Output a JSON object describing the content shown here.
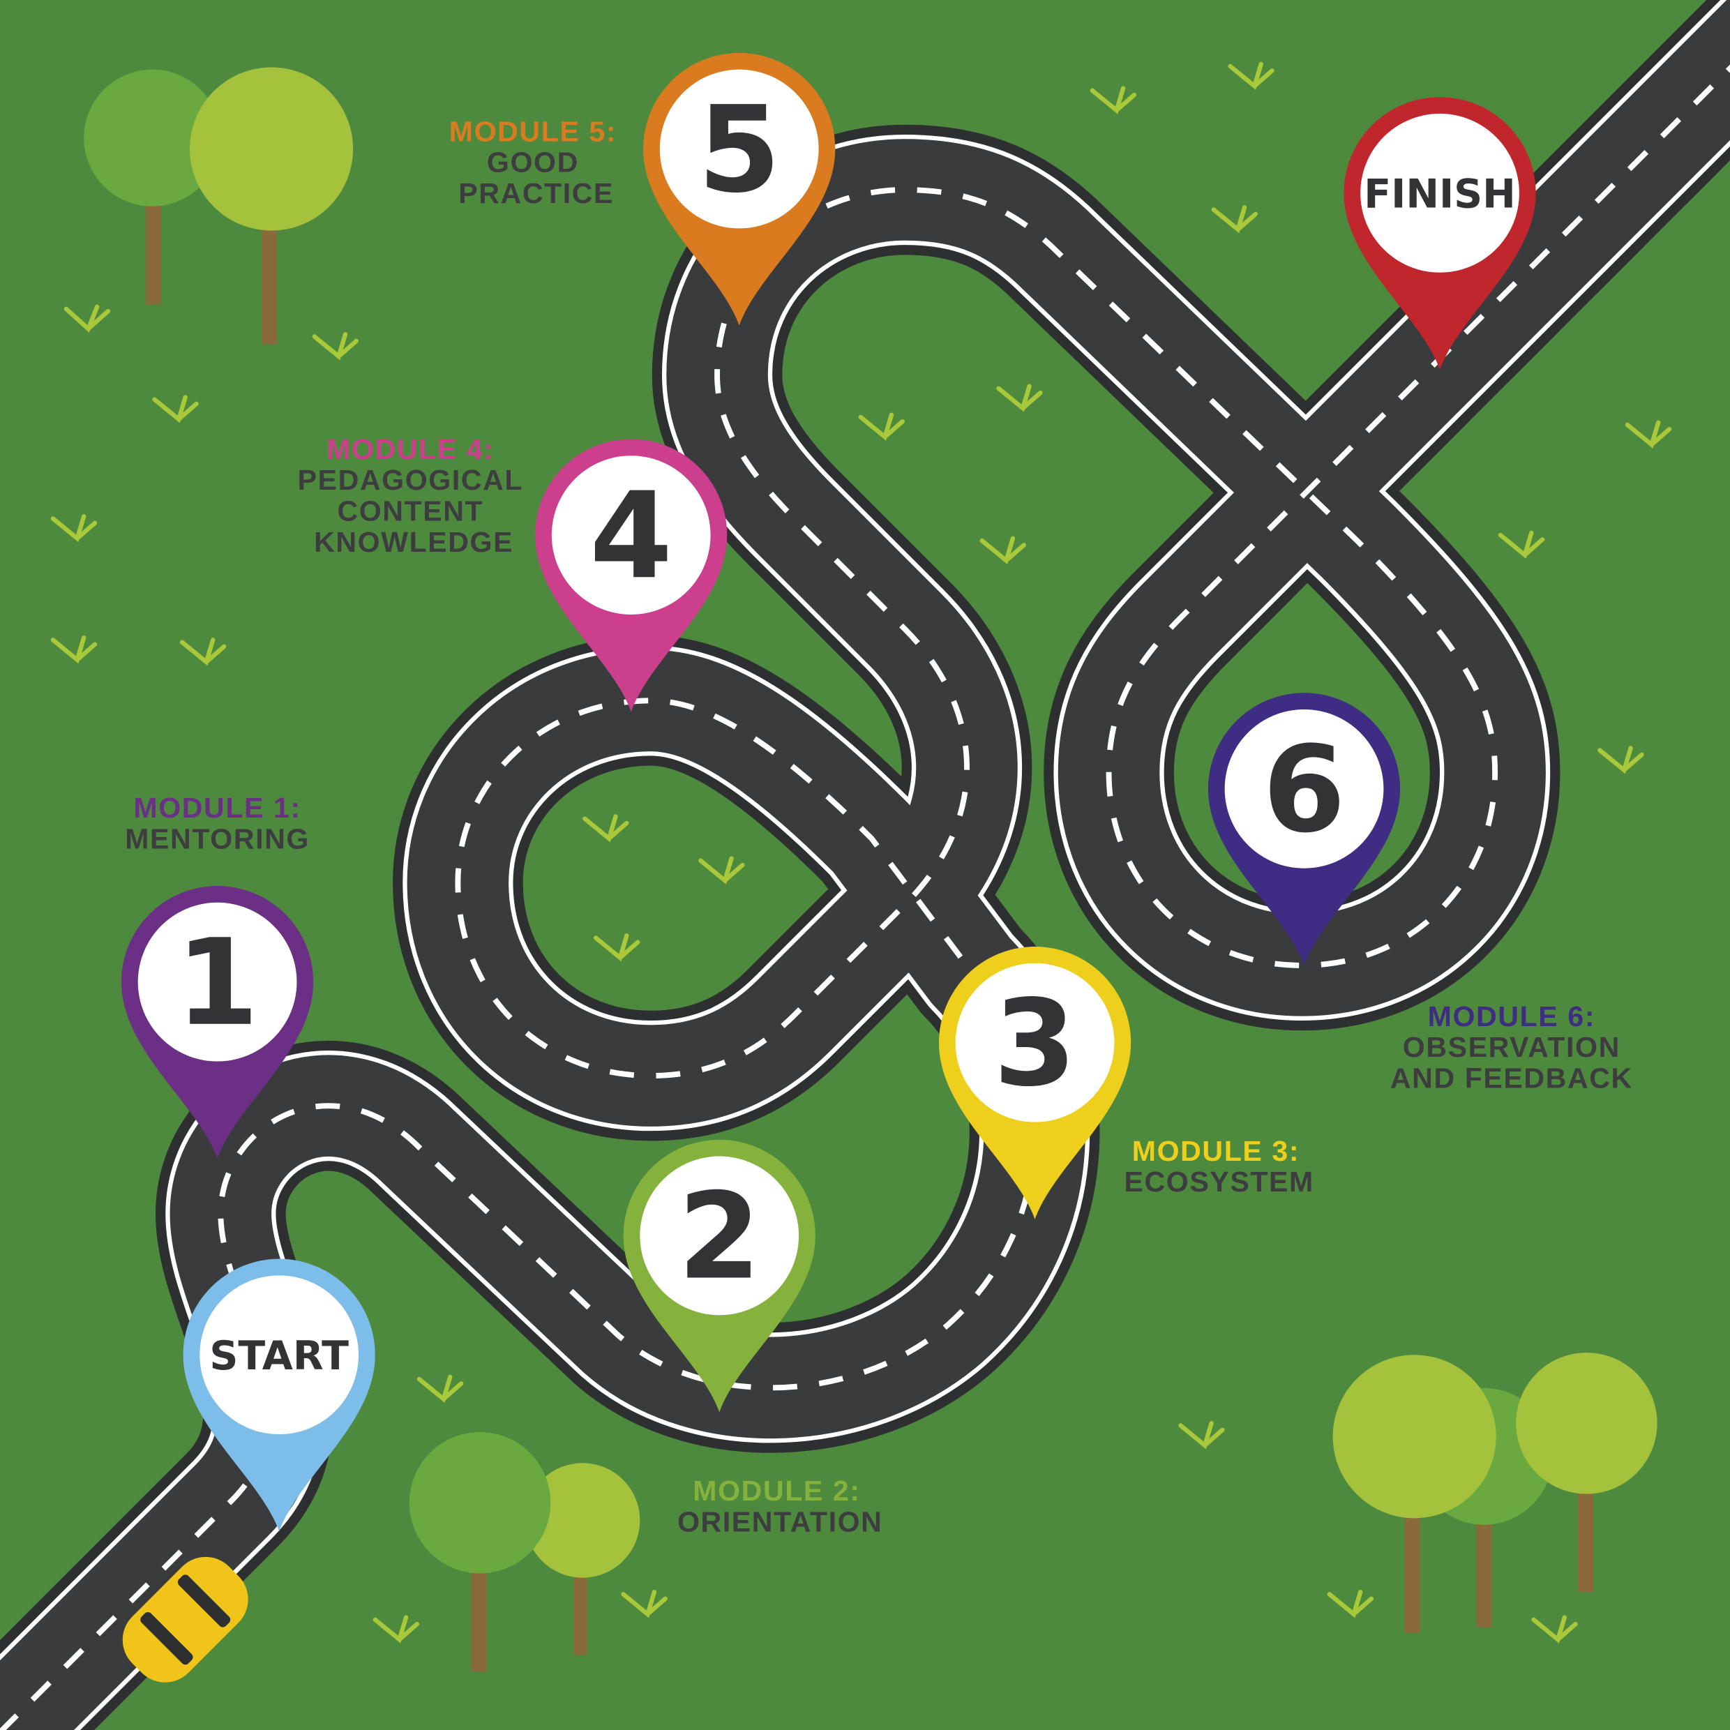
{
  "colors": {
    "grass": "#4e8a3e",
    "road": "#3a3b3d",
    "text": "#3d3d3f"
  },
  "pins": {
    "start": {
      "label": "START",
      "color": "#7dbde9"
    },
    "p1": {
      "label": "1",
      "color": "#6b2f86"
    },
    "p2": {
      "label": "2",
      "color": "#85b23d"
    },
    "p3": {
      "label": "3",
      "color": "#eecf1c"
    },
    "p4": {
      "label": "4",
      "color": "#cc3f8c"
    },
    "p5": {
      "label": "5",
      "color": "#d97b1e"
    },
    "p6": {
      "label": "6",
      "color": "#3e2d82"
    },
    "finish": {
      "label": "FINISH",
      "color": "#c0272d"
    }
  },
  "modules": {
    "m1": {
      "title": "MODULE 1:",
      "lines": [
        "MENTORING"
      ]
    },
    "m2": {
      "title": "MODULE 2:",
      "lines": [
        "ORIENTATION"
      ]
    },
    "m3": {
      "title": "MODULE 3:",
      "lines": [
        "ECOSYSTEM"
      ]
    },
    "m4": {
      "title": "MODULE 4:",
      "lines": [
        "PEDAGOGICAL",
        "CONTENT",
        "KNOWLEDGE"
      ]
    },
    "m5": {
      "title": "MODULE 5:",
      "lines": [
        "GOOD",
        "PRACTICE"
      ]
    },
    "m6": {
      "title": "MODULE 6:",
      "lines": [
        "OBSERVATION",
        "AND FEEDBACK"
      ]
    }
  }
}
